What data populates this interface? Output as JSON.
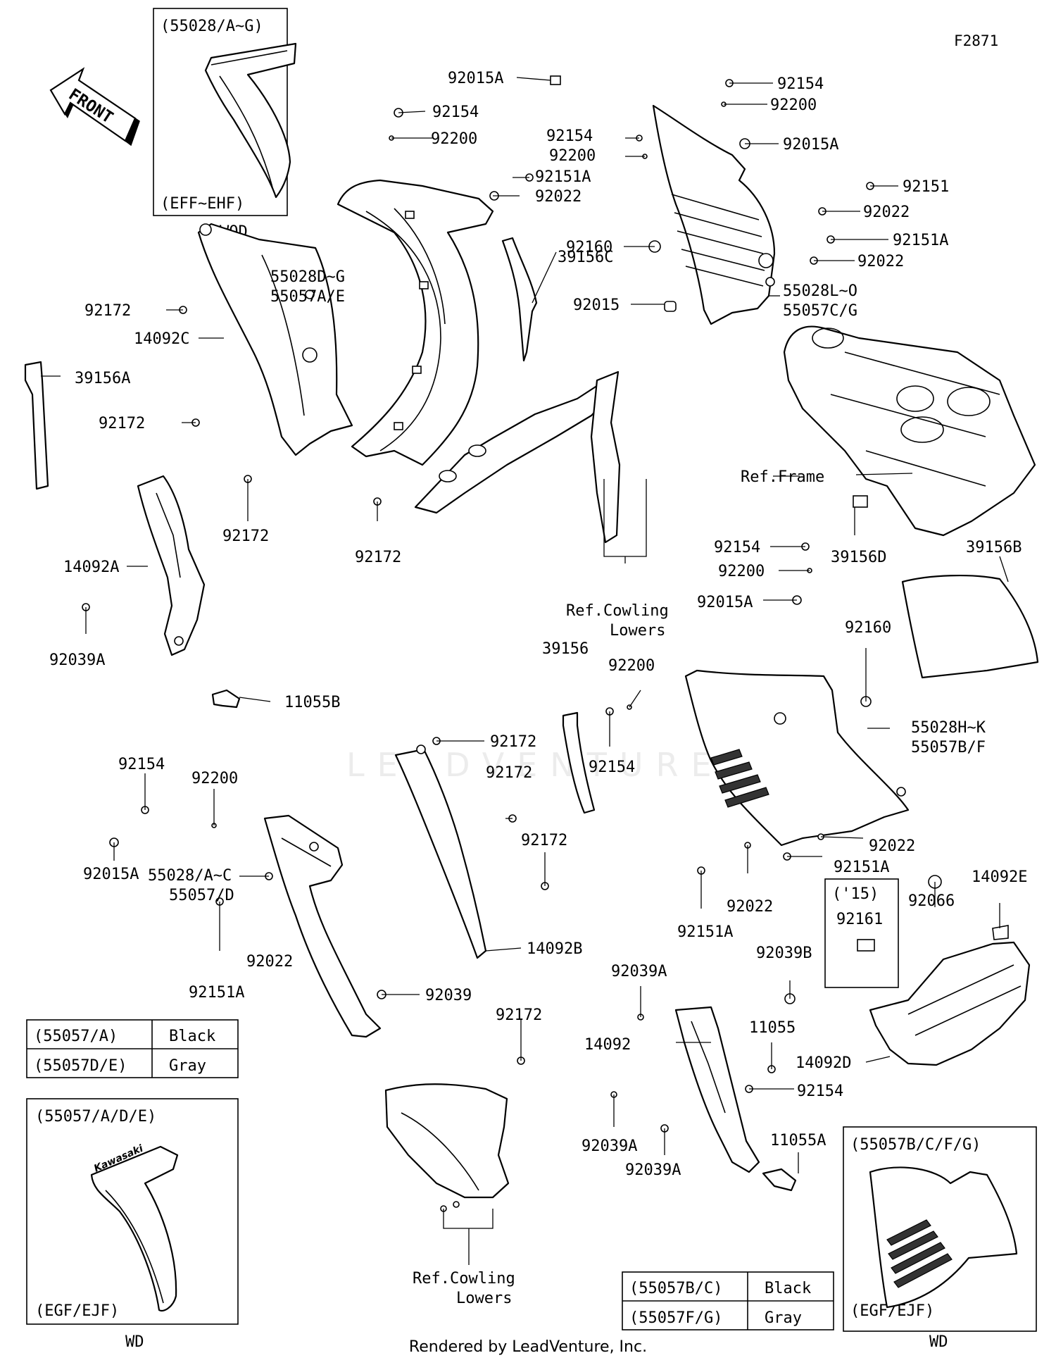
{
  "figure_id": "F2871",
  "footer": "Rendered by LeadVenture, Inc.",
  "front_arrow": "FRONT",
  "insets": {
    "top_left": {
      "title": "(55028/A~G)",
      "variant": "(EFF~EHF)",
      "caption": "WOD"
    },
    "bottom_left": {
      "title": "(55057/A/D/E)",
      "variant": "(EGF/EJF)",
      "caption": "WD",
      "logo": "Kawasaki"
    },
    "bottom_right": {
      "title": "(55057B/C/F/G)",
      "variant": "(EGF/EJF)",
      "caption": "WD"
    },
    "year_box": {
      "title": "('15)",
      "part": "92161"
    }
  },
  "color_table_left": [
    {
      "code": "(55057/A)",
      "color": "Black"
    },
    {
      "code": "(55057D/E)",
      "color": "Gray"
    }
  ],
  "color_table_right": [
    {
      "code": "(55057B/C)",
      "color": "Black"
    },
    {
      "code": "(55057F/G)",
      "color": "Gray"
    }
  ],
  "labels": {
    "l01": "92015A",
    "l02": "92154",
    "l03": "92200",
    "l04": "92151A",
    "l05": "92022",
    "l06": "92154",
    "l07": "92200",
    "l08": "92154",
    "l09": "92200",
    "l10": "92015A",
    "l11": "92151",
    "l12": "92022",
    "l13": "92151A",
    "l14": "92022",
    "l15": "92160",
    "l16": "92015",
    "l17a": "55028L~O",
    "l17b": "55057C/G",
    "l18": "39156C",
    "l19a": "55028D~G",
    "l19b": "55057A/E",
    "l20": "92172",
    "l21": "14092C",
    "l22": "39156A",
    "l23": "92172",
    "l24": "92172",
    "l25": "92172",
    "l26": "Ref.Frame",
    "l27": "39156D",
    "l28": "39156B",
    "l29": "14092A",
    "l30": "92039A",
    "l31": "11055B",
    "l32a": "Ref.Cowling",
    "l32b": "Lowers",
    "l33": "92154",
    "l34": "92200",
    "l35": "92015A",
    "l36": "92160",
    "l37": "39156",
    "l38": "92200",
    "l39": "92154",
    "l40a": "55028H~K",
    "l40b": "55057B/F",
    "l41": "92022",
    "l42": "92151A",
    "l43": "92022",
    "l44": "92151A",
    "l45": "92172",
    "l46": "92172",
    "l47": "92154",
    "l48": "92200",
    "l49": "92172",
    "l50": "92015A",
    "l51a": "55028/A~C",
    "l51b": "55057/D",
    "l52": "92022",
    "l53": "92151A",
    "l54": "14092B",
    "l55": "92039",
    "l56": "92172",
    "l57": "14092E",
    "l58": "92066",
    "l59": "92039B",
    "l60": "92039A",
    "l61": "11055",
    "l62": "14092",
    "l63": "92154",
    "l64": "14092D",
    "l65": "92039A",
    "l66": "92039A",
    "l67": "11055A",
    "l68a": "Ref.Cowling",
    "l68b": "Lowers"
  },
  "watermark": "LEADVENTURE"
}
